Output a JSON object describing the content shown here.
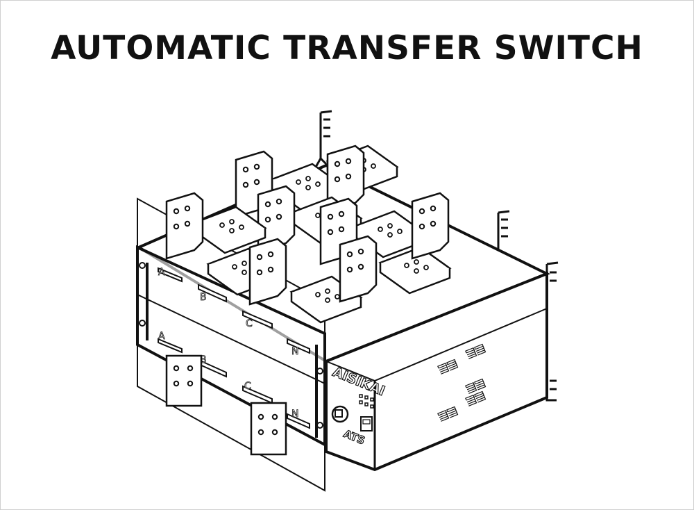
{
  "title": "AUTOMATIC TRANSFER SWITCH",
  "upper_phase_labels": [
    "A",
    "B",
    "C"
  ],
  "lower_phase_labels": [
    "A",
    "B",
    "C",
    "N"
  ],
  "unit": {
    "brand": "AISIKAI",
    "model": "ATS"
  }
}
